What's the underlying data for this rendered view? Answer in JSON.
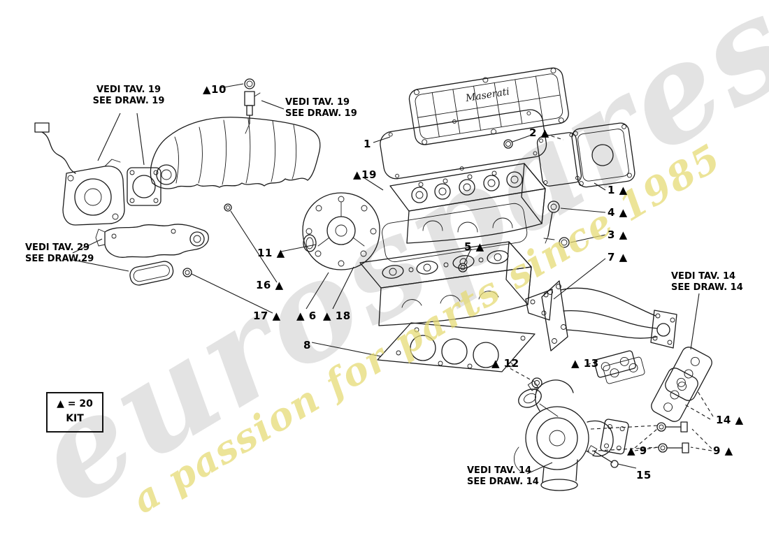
{
  "diagram": {
    "legend": {
      "line1": "▲ = 20",
      "line2": "KIT"
    },
    "watermark": {
      "brand": "eurospares",
      "tagline": "a passion for parts since 1985"
    },
    "cam_cover_script": "Maserati",
    "references": [
      {
        "name": "draw-19-left",
        "line1": "VEDI TAV. 19",
        "line2": "SEE DRAW. 19"
      },
      {
        "name": "draw-19-right",
        "line1": "VEDI TAV. 19",
        "line2": "SEE DRAW. 19"
      },
      {
        "name": "draw-29",
        "line1": "VEDI TAV. 29",
        "line2": "SEE DRAW.29"
      },
      {
        "name": "draw-14-right",
        "line1": "VEDI TAV. 14",
        "line2": "SEE DRAW. 14"
      },
      {
        "name": "draw-14-bottom",
        "line1": "VEDI TAV. 14",
        "line2": "SEE DRAW. 14"
      }
    ],
    "callouts": [
      {
        "label": "▲10"
      },
      {
        "label": "1"
      },
      {
        "label": "2 ▲"
      },
      {
        "label": "▲19"
      },
      {
        "label": "1 ▲"
      },
      {
        "label": "4 ▲"
      },
      {
        "label": "3 ▲"
      },
      {
        "label": "5 ▲"
      },
      {
        "label": "7 ▲"
      },
      {
        "label": "11 ▲"
      },
      {
        "label": "16 ▲"
      },
      {
        "label": "17 ▲"
      },
      {
        "label": "▲ 6"
      },
      {
        "label": "▲ 18"
      },
      {
        "label": "8"
      },
      {
        "label": "▲ 12"
      },
      {
        "label": "▲ 13"
      },
      {
        "label": "14 ▲"
      },
      {
        "label": "▲ 9"
      },
      {
        "label": "9 ▲"
      },
      {
        "label": "15"
      }
    ]
  }
}
